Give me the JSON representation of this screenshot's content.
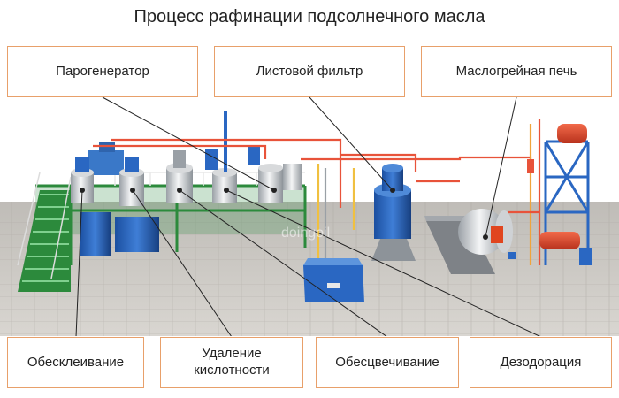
{
  "title": "Процесс рафинации подсолнечного масла",
  "labels": {
    "steam_generator": "Парогенератор",
    "leaf_filter": "Листовой фильтр",
    "oil_furnace": "Маслогрейная печь",
    "degumming": "Обесклеивание",
    "deacidification": "Удаление кислотности",
    "bleaching": "Обесцвечивание",
    "deodorization": "Дезодорация"
  },
  "watermark": "doingoil"
}
